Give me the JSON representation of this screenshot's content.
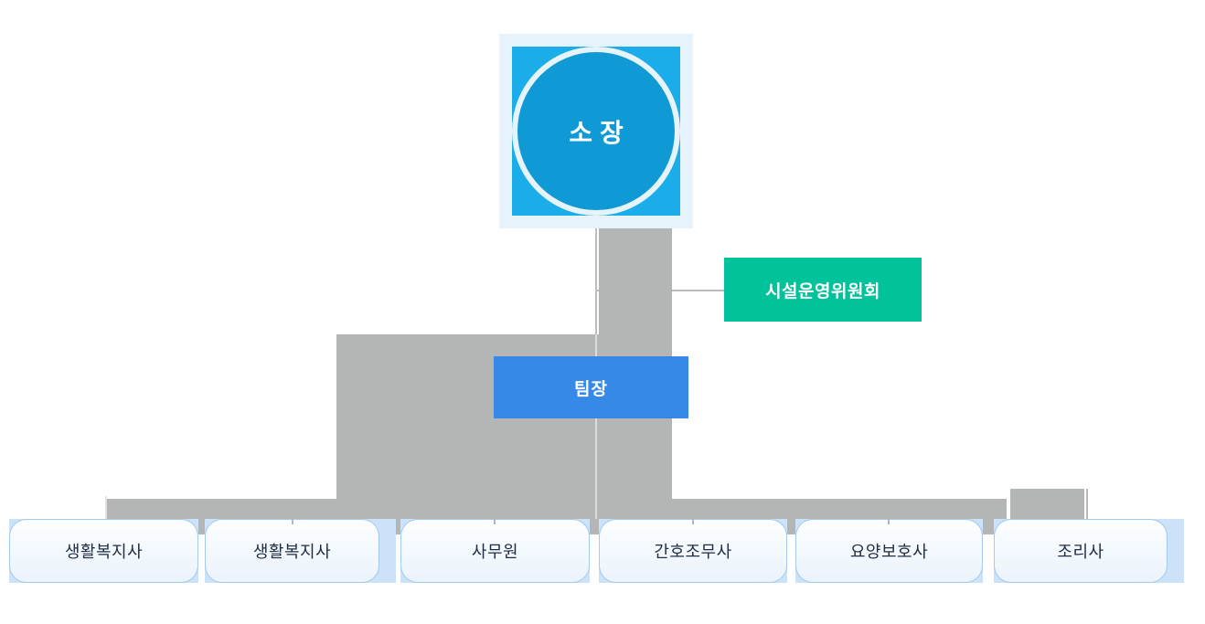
{
  "diagram": {
    "type": "org-chart",
    "nodes": {
      "director": {
        "label": "소장"
      },
      "committee": {
        "label": "시설운영위원회"
      },
      "team_leader": {
        "label": "팀장"
      },
      "staff": [
        {
          "label": "생활복지사"
        },
        {
          "label": "생활복지사"
        },
        {
          "label": "사무원"
        },
        {
          "label": "간호조무사"
        },
        {
          "label": "요양보호사"
        },
        {
          "label": "조리사"
        }
      ]
    },
    "colors": {
      "director_circle": "#0f9ad6",
      "director_accent": "#1badea",
      "director_bg": "#e7f3fa",
      "team_leader_bg": "#3789e8",
      "committee_bg": "#00c39b",
      "staff_border": "#a2c9f0",
      "staff_backing": "#cbe2f9",
      "staff_text": "#1f2c44",
      "connector_gray": "#b4b6b5"
    }
  }
}
